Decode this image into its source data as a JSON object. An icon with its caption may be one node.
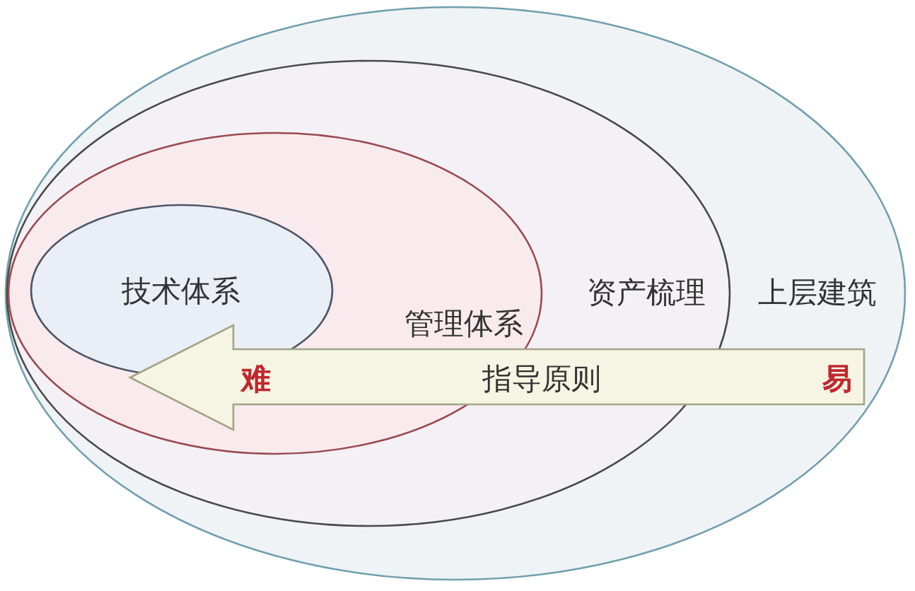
{
  "diagram": {
    "nodes": [
      {
        "text": [
          "上层建筑"
        ]
      },
      {
        "text": [
          "资产梳理"
        ],
        "in": 0
      },
      {
        "text": [
          "管理体系"
        ],
        "in": 1
      },
      {
        "text": [
          "技术体系"
        ],
        "in": 2
      },
      {
        "text": [
          "难",
          "指导原则",
          "易"
        ],
        "in": 0
      }
    ]
  }
}
